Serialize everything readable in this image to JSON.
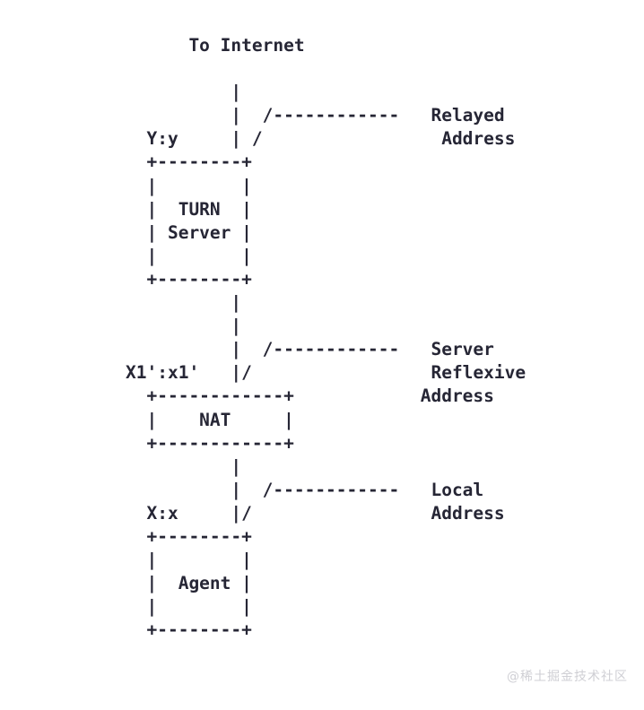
{
  "diagram": {
    "title": "To Internet",
    "type": "ascii-network-diagram",
    "colors": {
      "background": "#ffffff",
      "ink": "#262635",
      "watermark": "#cfcfd4"
    },
    "nodes": [
      {
        "id": "turn-server",
        "label_line1": "TURN",
        "label_line2": "Server",
        "box_width_chars": 10
      },
      {
        "id": "nat",
        "label_line1": "NAT",
        "label_line2": "",
        "box_width_chars": 14
      },
      {
        "id": "agent",
        "label_line1": "Agent",
        "label_line2": "",
        "box_width_chars": 10
      }
    ],
    "address_labels": [
      {
        "id": "relayed",
        "port_label": "Y:y",
        "name_line1": "Relayed",
        "name_line2": "Address",
        "name_line3": ""
      },
      {
        "id": "server-reflexive",
        "port_label": "X1':x1'",
        "name_line1": "Server",
        "name_line2": "Reflexive",
        "name_line3": "Address"
      },
      {
        "id": "local",
        "port_label": "X:x",
        "name_line1": "Local",
        "name_line2": "Address",
        "name_line3": ""
      }
    ],
    "ascii": "      To Internet\n\n          |\n          |  /------------   Relayed\n  Y:y     | /                 Address\n  +--------+\n  |        |\n  |  TURN  |\n  | Server |\n  |        |\n  +--------+\n          |\n          |\n          |  /------------   Server\nX1':x1'   |/                 Reflexive\n  +------------+            Address\n  |    NAT     |\n  +------------+\n          |\n          |  /------------   Local\n  X:x     |/                 Address\n  +--------+\n  |        |\n  |  Agent |\n  |        |\n  +--------+"
  },
  "watermark": {
    "text": "@稀土掘金技术社区"
  }
}
